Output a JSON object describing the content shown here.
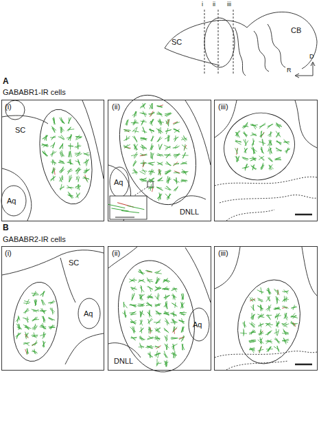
{
  "diagram": {
    "labels": [
      "i",
      "ii",
      "iii",
      "SC",
      "CB",
      "D",
      "R",
      "A",
      "GABABR1-IR cells",
      "(i)",
      "SC",
      "Aq",
      "(ii)",
      "Aq",
      "DNLL",
      "(iii)",
      "B",
      "GABABR2-IR cells",
      "(i)",
      "SC",
      "Aq",
      "(ii)",
      "DNLL",
      "Aq",
      "(iii)"
    ]
  }
}
